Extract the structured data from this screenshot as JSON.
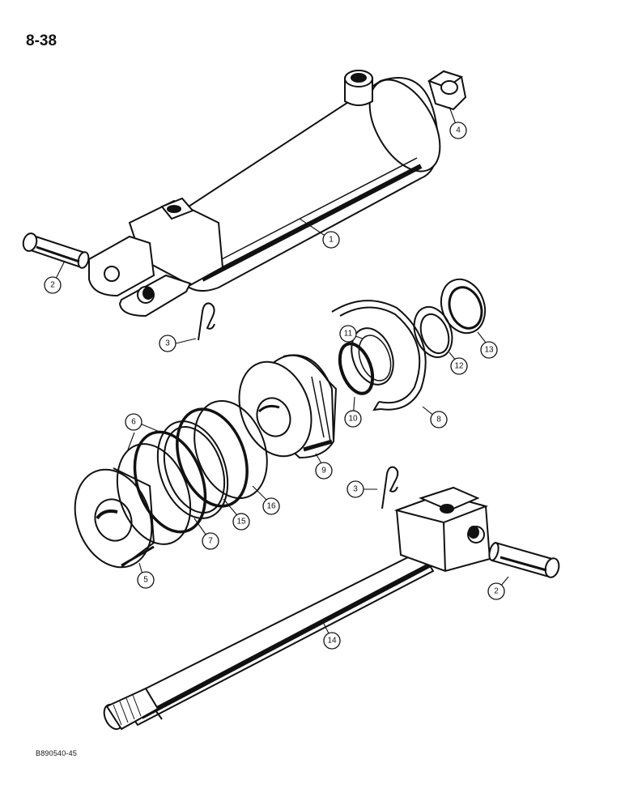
{
  "page_number": "8-38",
  "figure_code": "B890540-45",
  "callouts": [
    {
      "label": "1"
    },
    {
      "label": "2"
    },
    {
      "label": "3"
    },
    {
      "label": "4"
    },
    {
      "label": "2"
    },
    {
      "label": "3"
    },
    {
      "label": "5"
    },
    {
      "label": "6"
    },
    {
      "label": "7"
    },
    {
      "label": "8"
    },
    {
      "label": "9"
    },
    {
      "label": "10"
    },
    {
      "label": "11"
    },
    {
      "label": "12"
    },
    {
      "label": "13"
    },
    {
      "label": "14"
    },
    {
      "label": "15"
    },
    {
      "label": "16"
    }
  ]
}
